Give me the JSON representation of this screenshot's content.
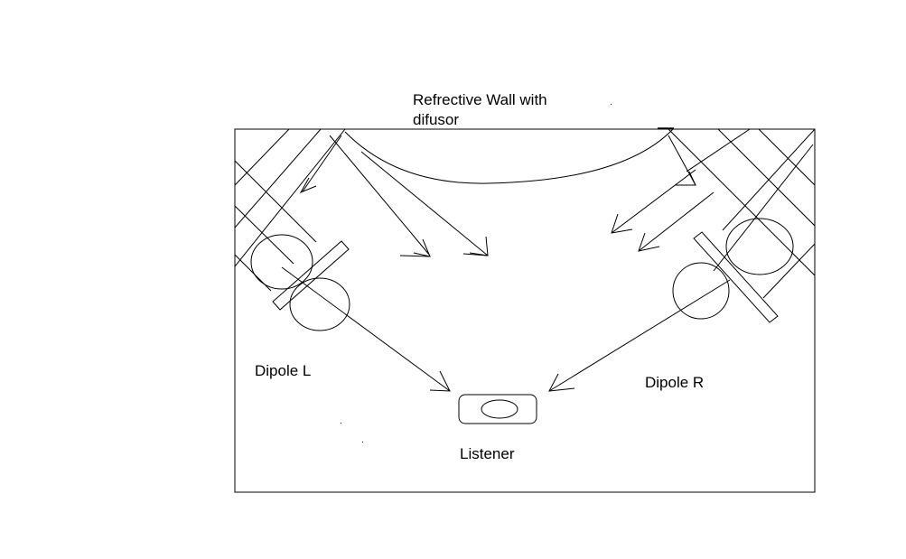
{
  "labels": {
    "wall_line1": "Refrective Wall with",
    "wall_line2": "difusor",
    "dipole_left": "Dipole L",
    "dipole_right": "Dipole R",
    "listener": "Listener"
  },
  "colors": {
    "background": "#ffffff",
    "ink": "#000000"
  }
}
